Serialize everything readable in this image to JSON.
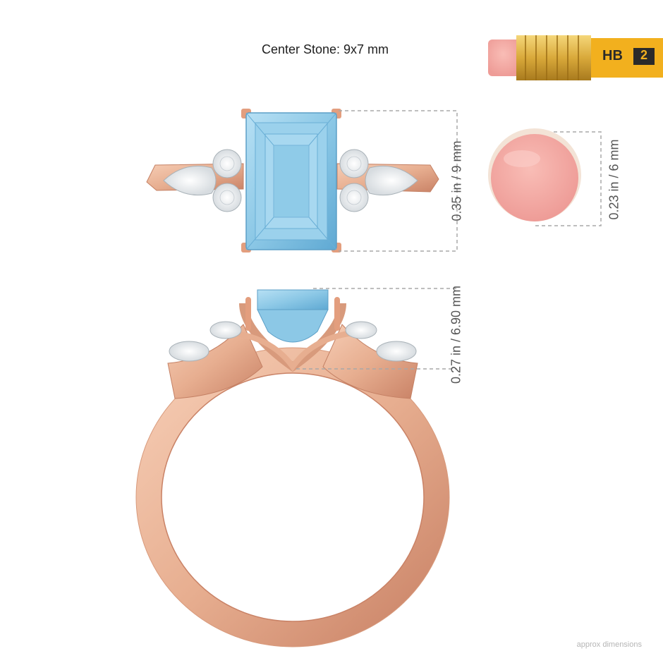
{
  "title": "Center Stone: 9x7 mm",
  "dimensions": {
    "top_view": "0.35 in / 9 mm",
    "eraser": "0.23 in / 6 mm",
    "side_view": "0.27 in / 6.90 mm"
  },
  "pencil": {
    "grade": "HB",
    "number": "2"
  },
  "footer": "approx dimensions",
  "colors": {
    "rose_gold": "#E7AE90",
    "aquamarine": "#8CC8E6",
    "eraser_pink": "#F4A9A4",
    "pencil_yellow": "#F2B01E",
    "ferrule_gold": "#D9A93A",
    "dashed_line": "#A8A8A8"
  }
}
